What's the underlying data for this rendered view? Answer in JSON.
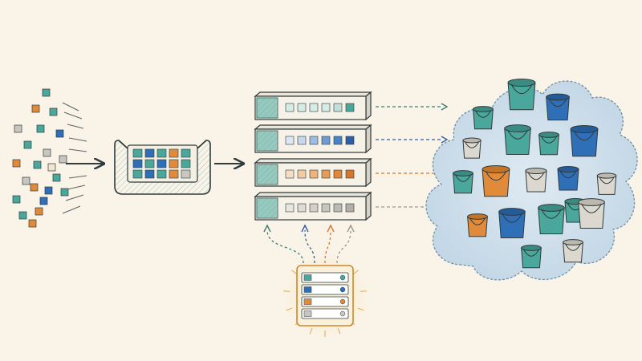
{
  "palette": {
    "background": "#faf3e8",
    "ink": "#2f3b3c",
    "teal": "#4aa79b",
    "blue": "#2f6fb8",
    "orange": "#e08a3a",
    "gray": "#c9c6bf",
    "cream": "#f1e6cf",
    "cloud": "#cfe0ec"
  },
  "incoming_items": {
    "description_icon": "scattered-square-data-items",
    "colors": [
      "teal",
      "orange",
      "teal",
      "gray",
      "teal",
      "blue",
      "teal",
      "gray",
      "orange",
      "teal",
      "gray",
      "teal",
      "orange",
      "blue",
      "teal",
      "orange",
      "cream",
      "gray",
      "teal",
      "orange",
      "blue",
      "teal"
    ]
  },
  "batch_tray": {
    "icon": "tray-icon",
    "grid_colors": [
      "teal",
      "blue",
      "teal",
      "orange",
      "teal",
      "blue",
      "teal",
      "blue",
      "orange",
      "teal",
      "teal",
      "blue",
      "teal",
      "orange",
      "gray"
    ]
  },
  "router_rows": [
    {
      "name": "teal-queue",
      "accent": "#4aa79b",
      "cells": [
        "#d7ece6",
        "#d7ece6",
        "#d7ece6",
        "#d7ece6",
        "#bfe0d8",
        "#4aa79b"
      ],
      "arrow_color": "#3b7d78"
    },
    {
      "name": "blue-queue",
      "accent": "#4aa79b",
      "cells": [
        "#dbe7f5",
        "#c5d8ef",
        "#9dbde4",
        "#6c9bd6",
        "#4a82c8",
        "#2c5fa8"
      ],
      "arrow_color": "#2c5fa8"
    },
    {
      "name": "orange-queue",
      "accent": "#4aa79b",
      "cells": [
        "#f5dcc2",
        "#f2cba3",
        "#eeb27a",
        "#e99a54",
        "#e2863a",
        "#d8762b"
      ],
      "arrow_color": "#d8762b"
    },
    {
      "name": "gray-queue",
      "accent": "#4aa79b",
      "cells": [
        "#e8e6e1",
        "#dedbd5",
        "#d3d0c9",
        "#c8c5be",
        "#bdbab3",
        "#b2afa8"
      ],
      "arrow_color": "#9a9791"
    }
  ],
  "control_panel": {
    "icon": "control-panel-icon",
    "rows": [
      {
        "swatch": "#4aa79b",
        "dot": "#4aa79b"
      },
      {
        "swatch": "#2f6fb8",
        "dot": "#2f6fb8"
      },
      {
        "swatch": "#e08a3a",
        "dot": "#e08a3a"
      },
      {
        "swatch": "#c9c6bf",
        "dot": "#c9c6bf"
      }
    ],
    "feed_colors": [
      "#3b7d78",
      "#2c5fa8",
      "#d8762b",
      "#9a9791"
    ]
  },
  "bucket_cloud": {
    "icon": "cloud-storage-icon",
    "bucket_colors": [
      "teal",
      "blue",
      "teal",
      "teal",
      "blue",
      "gray",
      "teal",
      "teal",
      "orange",
      "gray",
      "blue",
      "gray",
      "teal",
      "orange",
      "blue",
      "teal",
      "gray",
      "teal",
      "gray",
      "teal"
    ]
  }
}
